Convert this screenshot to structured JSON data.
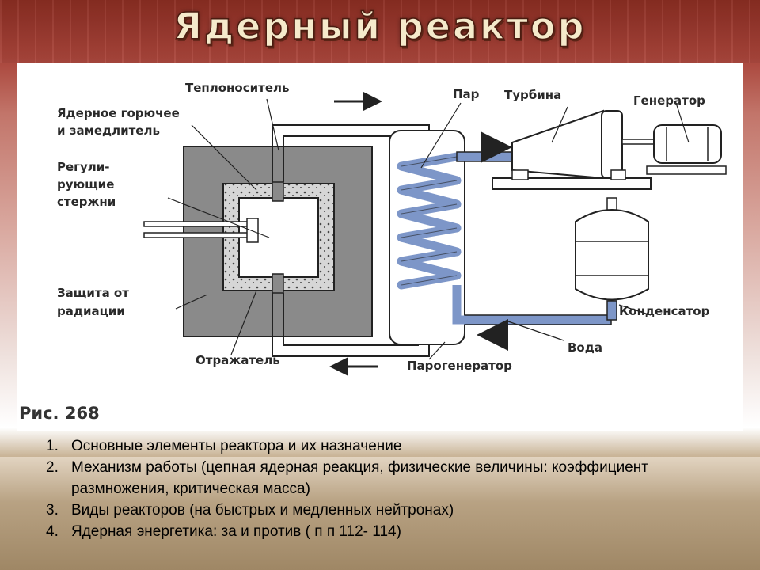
{
  "slide": {
    "title": "Ядерный реактор",
    "figure_caption": "Рис. 268"
  },
  "diagram": {
    "labels": {
      "coolant": "Теплоноситель",
      "fuel_line1": "Ядерное горючее",
      "fuel_line2": "и замедлитель",
      "rods_line1": "Регули-",
      "rods_line2": "рующие",
      "rods_line3": "стержни",
      "shield_line1": "Защита от",
      "shield_line2": "радиации",
      "reflector": "Отражатель",
      "steam": "Пар",
      "turbine": "Турбина",
      "generator": "Генератор",
      "condenser": "Конденсатор",
      "water": "Вода",
      "steam_generator": "Парогенератор"
    },
    "colors": {
      "steam_coil": "#7d96c8",
      "shield": "#8a8a8a",
      "reflector": "#d6d6d6"
    }
  },
  "outline": [
    {
      "num": "1.",
      "text": "Основные элементы реактора и их назначение"
    },
    {
      "num": "2.",
      "text": "Механизм работы (цепная ядерная реакция, физические величины: коэффициент размножения, критическая масса)"
    },
    {
      "num": "3.",
      "text": "Виды реакторов (на быстрых и медленных нейтронах)"
    },
    {
      "num": "4.",
      "text": " Ядерная энергетика: за и против ( п п 112- 114)"
    }
  ]
}
